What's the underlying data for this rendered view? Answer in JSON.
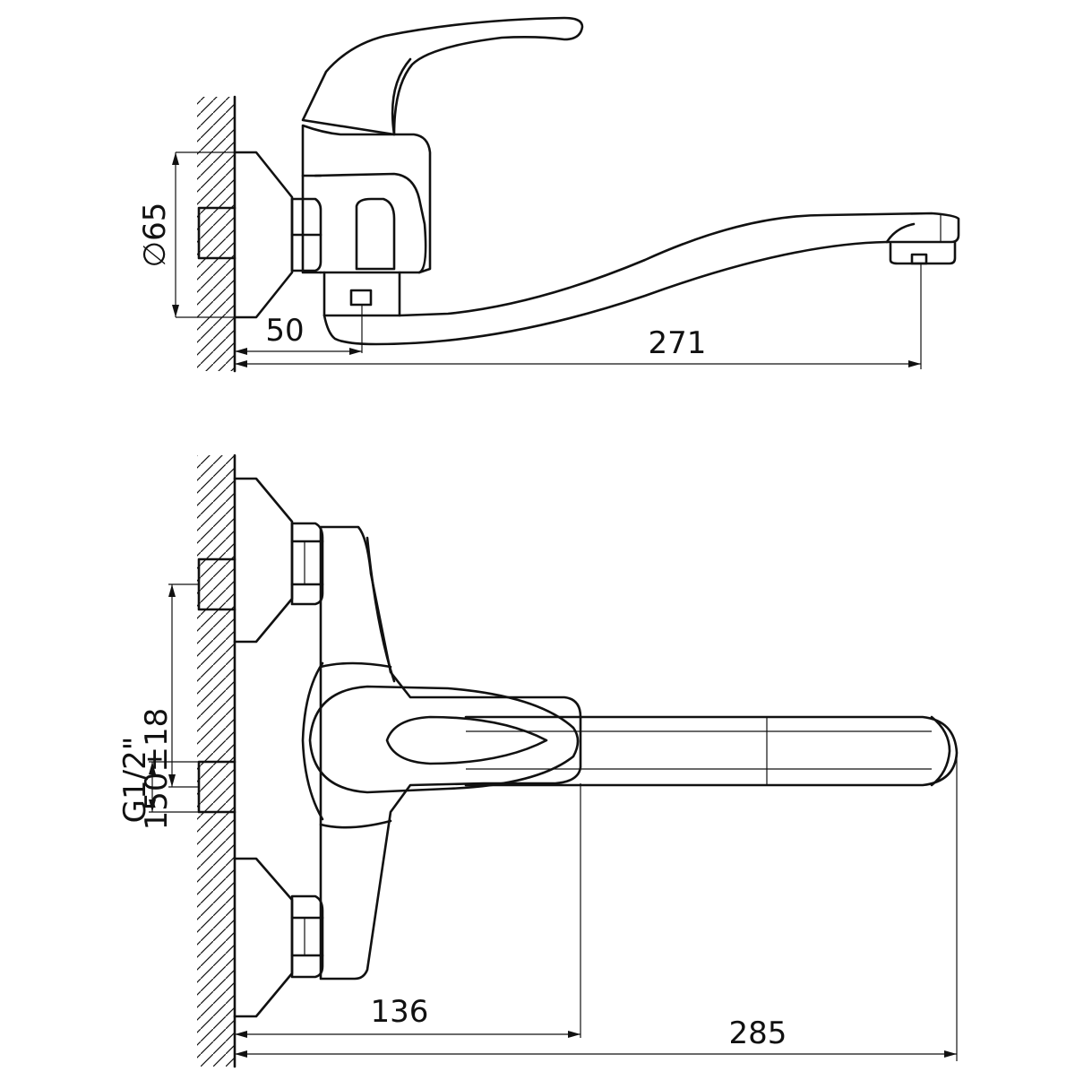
{
  "drawing": {
    "top_view": {
      "dimensions": {
        "diameter": "∅65",
        "offset": "50",
        "spout_reach": "271"
      }
    },
    "front_view": {
      "dimensions": {
        "center_distance": "150±18",
        "thread": "G1/2\"",
        "body_depth": "136",
        "total_reach": "285"
      }
    },
    "colors": {
      "line": "#111111",
      "background": "#ffffff"
    }
  }
}
